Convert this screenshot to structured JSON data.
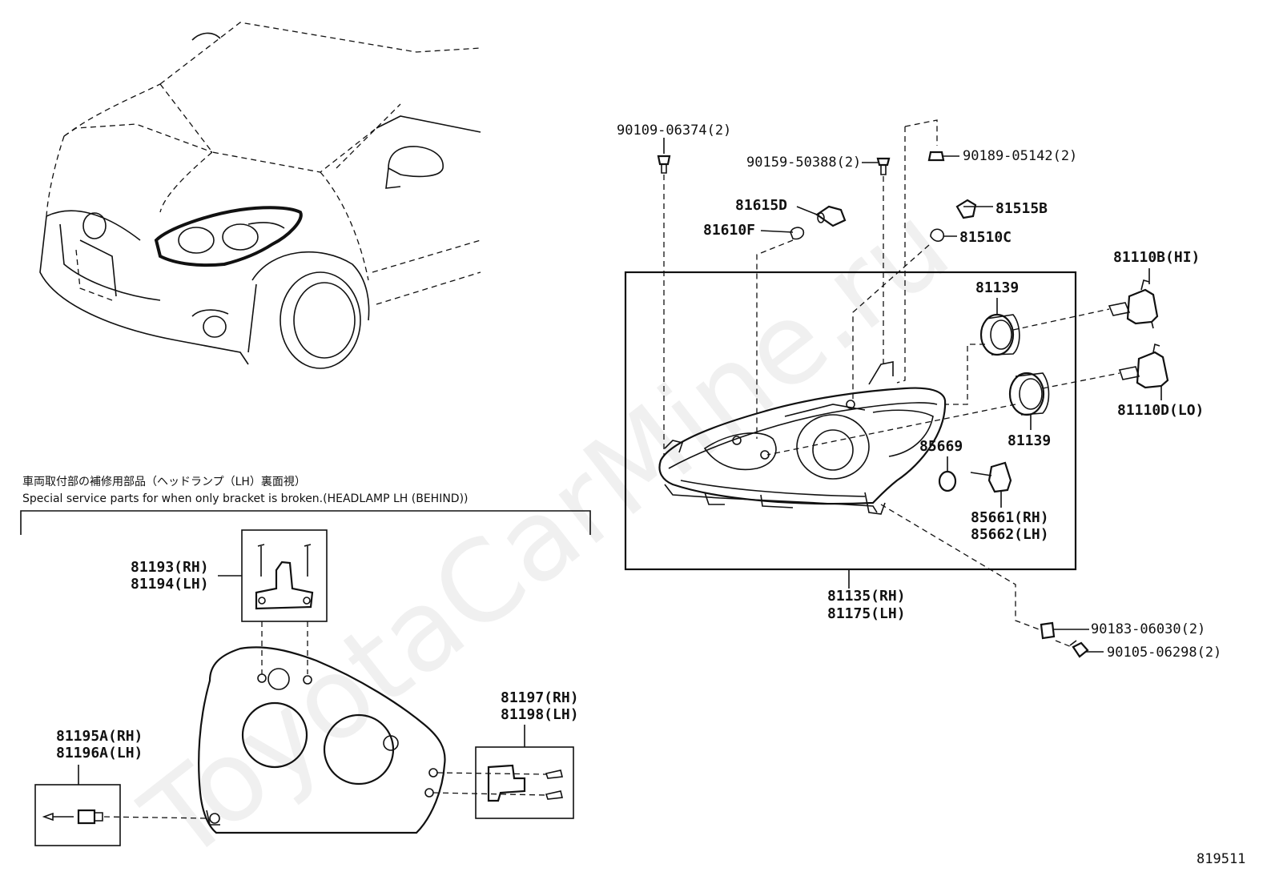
{
  "watermark": "ToyotaCarMine.ru",
  "diagram_id": "819511",
  "note": {
    "japanese": "車両取付部の補修用部品（ヘッドランプ（LH）裏面視）",
    "english": "Special service parts for when only bracket is broken.(HEADLAMP LH (BEHIND))"
  },
  "labels": {
    "p90109": "90109-06374(2)",
    "p90159": "90159-50388(2)",
    "p90189": "90189-05142(2)",
    "p81615D": "81615D",
    "p81610F": "81610F",
    "p81515B": "81515B",
    "p81510C": "81510C",
    "p81110B": "81110B(HI)",
    "p81110D": "81110D(LO)",
    "p81139a": "81139",
    "p81139b": "81139",
    "p85669": "85669",
    "p85661": "85661(RH)",
    "p85662": "85662(LH)",
    "p81135": "81135(RH)",
    "p81175": "81175(LH)",
    "p90183": "90183-06030(2)",
    "p90105": "90105-06298(2)",
    "p81193": "81193(RH)",
    "p81194": "81194(LH)",
    "p81195A": "81195A(RH)",
    "p81196A": "81196A(LH)",
    "p81197": "81197(RH)",
    "p81198": "81198(LH)"
  }
}
